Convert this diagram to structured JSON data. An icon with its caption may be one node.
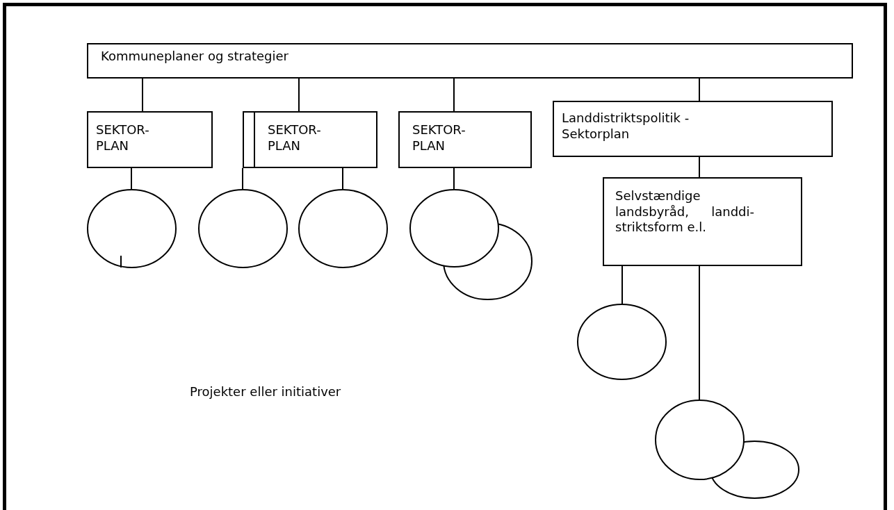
{
  "diagram": {
    "nodes": [
      {
        "text": [
          "Kommuneplaner og strategier"
        ]
      },
      {
        "text": [
          "SEKTOR- PLAN"
        ]
      },
      {
        "text": [],
        "shape": "box"
      },
      {
        "text": [
          "SEKTOR- PLAN"
        ]
      },
      {
        "text": [
          "SEKTOR- PLAN"
        ]
      },
      {
        "text": [
          "Landdistriktspolitik - Sektorplan"
        ]
      },
      {
        "text": [
          "Selvstændige landsbyråd, landdi- striktsform e.l."
        ]
      },
      {
        "text": [],
        "shape": "circle"
      },
      {
        "text": [],
        "shape": "circle"
      },
      {
        "text": [],
        "shape": "circle"
      },
      {
        "text": [],
        "shape": "circle"
      },
      {
        "text": [],
        "shape": "circle"
      },
      {
        "text": [],
        "shape": "circle"
      },
      {
        "text": [],
        "shape": "circle"
      },
      {
        "text": [],
        "shape": "circle"
      }
    ],
    "edges": [
      {
        "from": 0,
        "to": 1,
        "arrow": "none"
      },
      {
        "from": 0,
        "to": 3,
        "arrow": "none"
      },
      {
        "from": 0,
        "to": 4,
        "arrow": "none"
      },
      {
        "from": 0,
        "to": 5,
        "arrow": "none"
      },
      {
        "from": 5,
        "to": 6,
        "arrow": "none"
      },
      {
        "from": 1,
        "to": 7,
        "arrow": "none"
      },
      {
        "from": 2,
        "to": 8,
        "arrow": "none"
      },
      {
        "from": 3,
        "to": 9,
        "arrow": "none"
      },
      {
        "from": 4,
        "to": 10,
        "arrow": "none"
      },
      {
        "from": 6,
        "to": 12,
        "arrow": "none"
      },
      {
        "from": 6,
        "to": 13,
        "arrow": "none"
      }
    ],
    "labels": [
      "Projekter eller initiativer"
    ]
  }
}
